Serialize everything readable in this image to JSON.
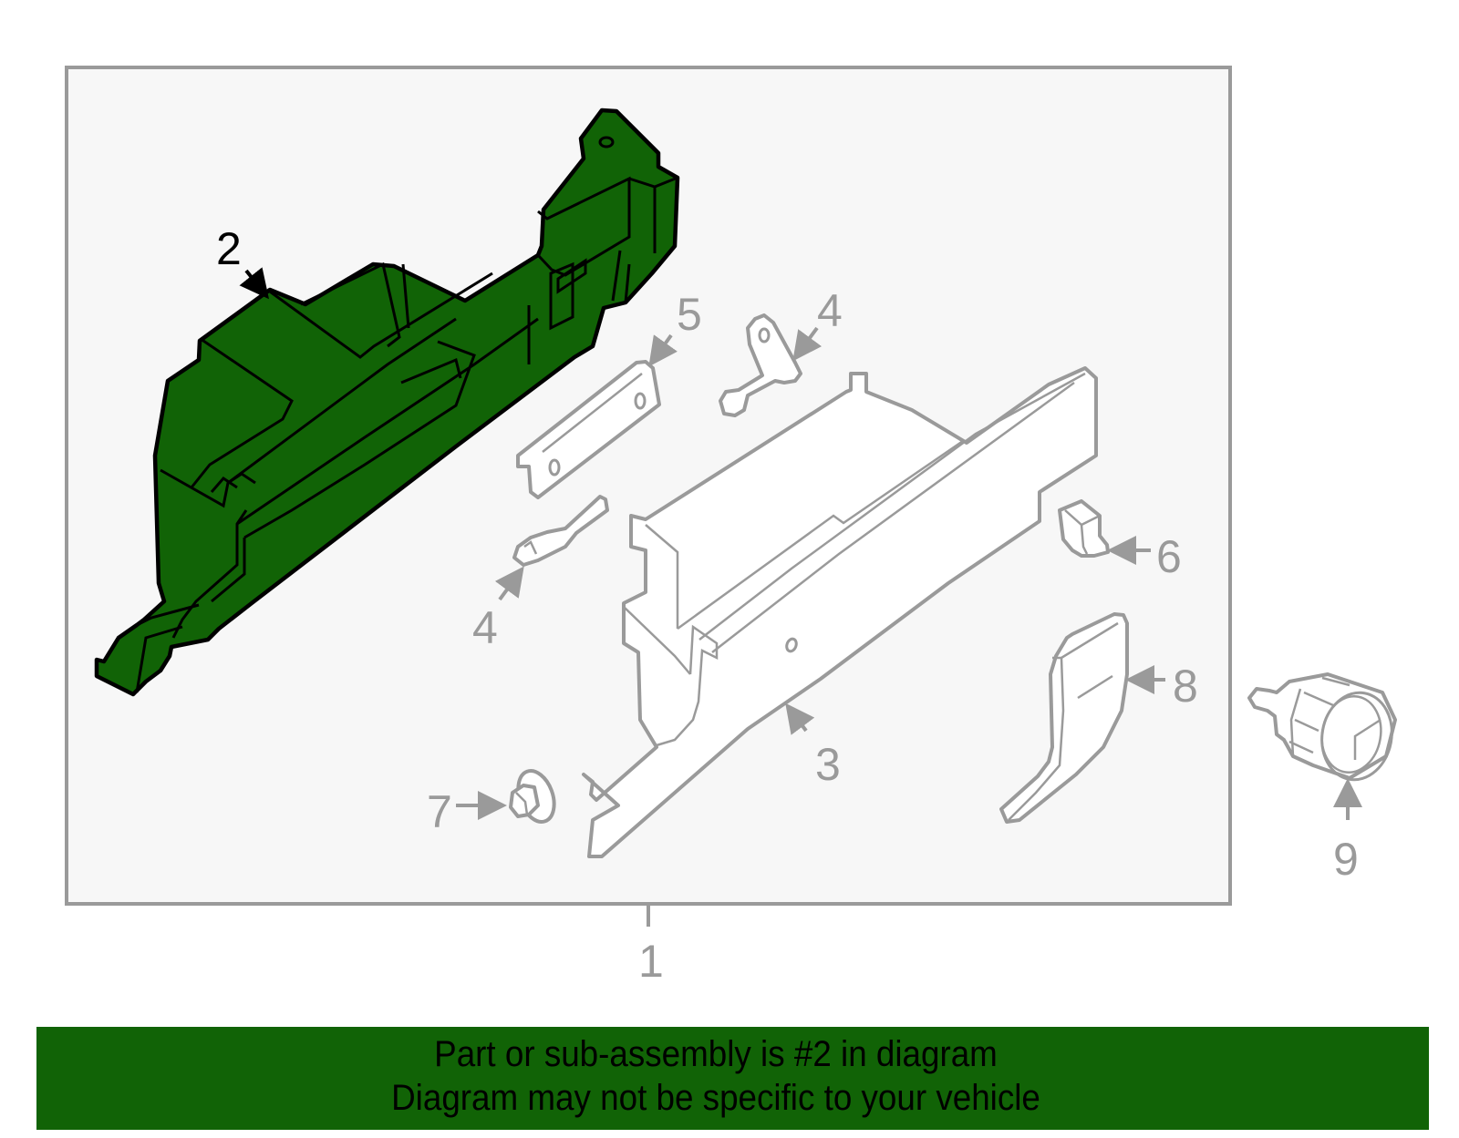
{
  "diagram": {
    "title": "Glove box assembly exploded parts diagram",
    "highlighted_part": "2",
    "colors": {
      "highlight_fill": "#116306",
      "highlight_outline": "#000000",
      "part_outline": "#9a9a9a",
      "frame_background": "#f7f7f7",
      "frame_border": "#9a9a9a"
    },
    "callouts": [
      {
        "id": "1",
        "label": "1",
        "desc": "Assembly (frame)"
      },
      {
        "id": "2",
        "label": "2",
        "desc": "Glove box housing (highlighted)"
      },
      {
        "id": "3",
        "label": "3",
        "desc": "Glove box door"
      },
      {
        "id": "4a",
        "label": "4",
        "desc": "Hinge pin (upper)"
      },
      {
        "id": "4b",
        "label": "4",
        "desc": "Hinge pin (lower)"
      },
      {
        "id": "5",
        "label": "5",
        "desc": "Bracket"
      },
      {
        "id": "6",
        "label": "6",
        "desc": "Bumper"
      },
      {
        "id": "7",
        "label": "7",
        "desc": "Clip"
      },
      {
        "id": "8",
        "label": "8",
        "desc": "Side panel"
      },
      {
        "id": "9",
        "label": "9",
        "desc": "Lock cylinder"
      }
    ]
  },
  "banner": {
    "line1": "Part or sub-assembly is #2 in diagram",
    "line2": "Diagram may not be specific to your vehicle"
  }
}
